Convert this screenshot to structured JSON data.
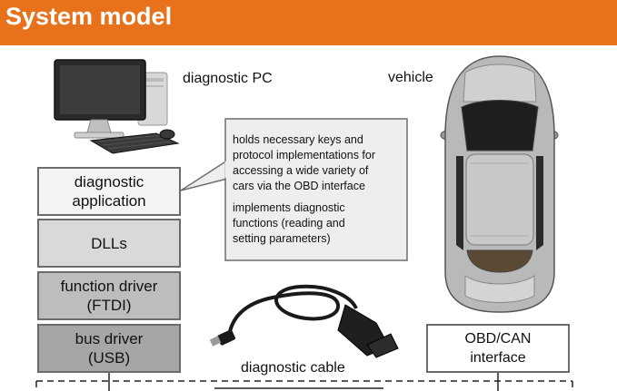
{
  "header": {
    "title": "System model"
  },
  "labels": {
    "pc": "diagnostic PC",
    "vehicle": "vehicle",
    "cable": "diagnostic cable"
  },
  "stack": {
    "app": "diagnostic application",
    "dlls": "DLLs",
    "function_driver_1": "function driver",
    "function_driver_2": "(FTDI)",
    "bus_driver_1": "bus driver",
    "bus_driver_2": "(USB)"
  },
  "callout": {
    "para1_line1": "holds necessary keys and",
    "para1_line2": "protocol implementations for",
    "para1_line3": "accessing a wide variety of",
    "para1_line4": "cars via the OBD interface",
    "para2_line1": "implements diagnostic",
    "para2_line2": "functions (reading and",
    "para2_line3": "setting parameters)"
  },
  "obd": {
    "line1": "OBD/CAN",
    "line2": "interface"
  },
  "colors": {
    "header": "#e8721c",
    "box_light": "#f4f4f4",
    "box_mid": "#d9d9d9",
    "box_dark": "#bdbdbd",
    "box_darker": "#a6a6a6",
    "callout_bg": "#eeeeee"
  }
}
